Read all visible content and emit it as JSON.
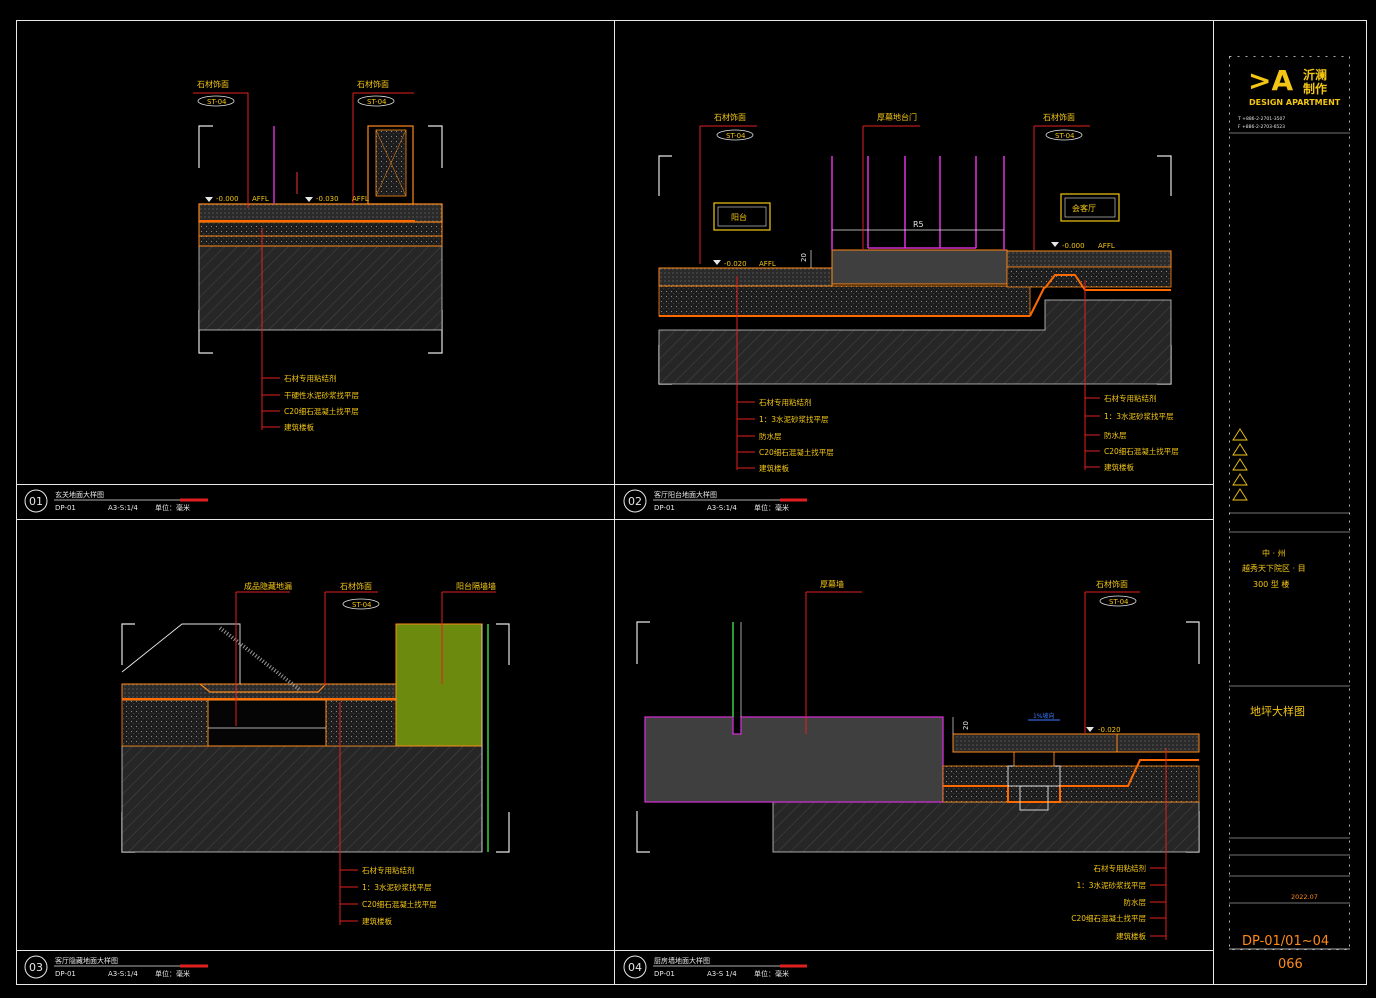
{
  "panels": [
    {
      "number": "01",
      "title": "玄关地面大样图",
      "code": "DP-01",
      "scale": "A3-S:1/4",
      "unit": "单位：毫米",
      "callouts": [
        {
          "label": "石材饰面",
          "tag": "ST-04"
        },
        {
          "label": "石材饰面",
          "tag": "ST-04"
        }
      ],
      "levels": [
        "-0.000",
        "AFFL",
        "-0.030",
        "AFFL"
      ],
      "layers": [
        "石材专用粘结剂",
        "干硬性水泥砂浆找平层",
        "C20细石混凝土找平层",
        "建筑楼板"
      ]
    },
    {
      "number": "02",
      "title": "客厅阳台地面大样图",
      "code": "DP-01",
      "scale": "A3-S:1/4",
      "unit": "单位：毫米",
      "callouts": [
        {
          "label": "石材饰面",
          "tag": "ST-04"
        },
        {
          "label": "厚幕地台门"
        },
        {
          "label": "石材饰面",
          "tag": "ST-04"
        }
      ],
      "rooms": [
        "阳台",
        "会客厅"
      ],
      "levels": [
        "-0.020",
        "AFFL",
        "-0.000",
        "AFFL"
      ],
      "dims": [
        "20",
        "R5"
      ],
      "layers_left": [
        "石材专用粘结剂",
        "1：3水泥砂浆找平层",
        "防水层",
        "C20细石混凝土找平层",
        "建筑楼板"
      ],
      "layers_right": [
        "石材专用粘结剂",
        "1：3水泥砂浆找平层",
        "防水层",
        "C20细石混凝土找平层",
        "建筑楼板"
      ]
    },
    {
      "number": "03",
      "title": "客厅隐藏地面大样图",
      "code": "DP-01",
      "scale": "A3-S:1/4",
      "unit": "单位：毫米",
      "callouts": [
        {
          "label": "成品隐藏地漏"
        },
        {
          "label": "石材饰面",
          "tag": "ST-04"
        },
        {
          "label": "阳台隔墙墙"
        }
      ],
      "layers": [
        "石材专用粘结剂",
        "1：3水泥砂浆找平层",
        "C20细石混凝土找平层",
        "建筑楼板"
      ]
    },
    {
      "number": "04",
      "title": "厨房墙地面大样图",
      "code": "DP-01",
      "scale": "A3-S 1/4",
      "unit": "单位：毫米",
      "callouts": [
        {
          "label": "厚幕墙"
        },
        {
          "label": "石材饰面",
          "tag": "ST-04"
        }
      ],
      "levels": [
        "-0.020"
      ],
      "dims": [
        "20"
      ],
      "slope": "1%坡向",
      "layers": [
        "石材专用粘结剂",
        "1：3水泥砂浆找平层",
        "防水层",
        "C20细石混凝土找平层",
        "建筑楼板"
      ]
    }
  ],
  "titleblock": {
    "logo_mark": ">A",
    "logo_cn_1": "沂澜",
    "logo_cn_2": "制作",
    "logo_en": "DESIGN APARTMENT",
    "phone": "T  +886-2-2701-3507",
    "fax": "F  +886-2-2703-6523",
    "project_cn_1": "中 · 州",
    "project_cn_2": "越秀天下院区 · 目",
    "project_cn_3": "300 型 楼",
    "drawing_title": "地坪大样图",
    "date": "2022.07",
    "drawing_no": "DP-01/01~04",
    "sheet_no": "066"
  }
}
